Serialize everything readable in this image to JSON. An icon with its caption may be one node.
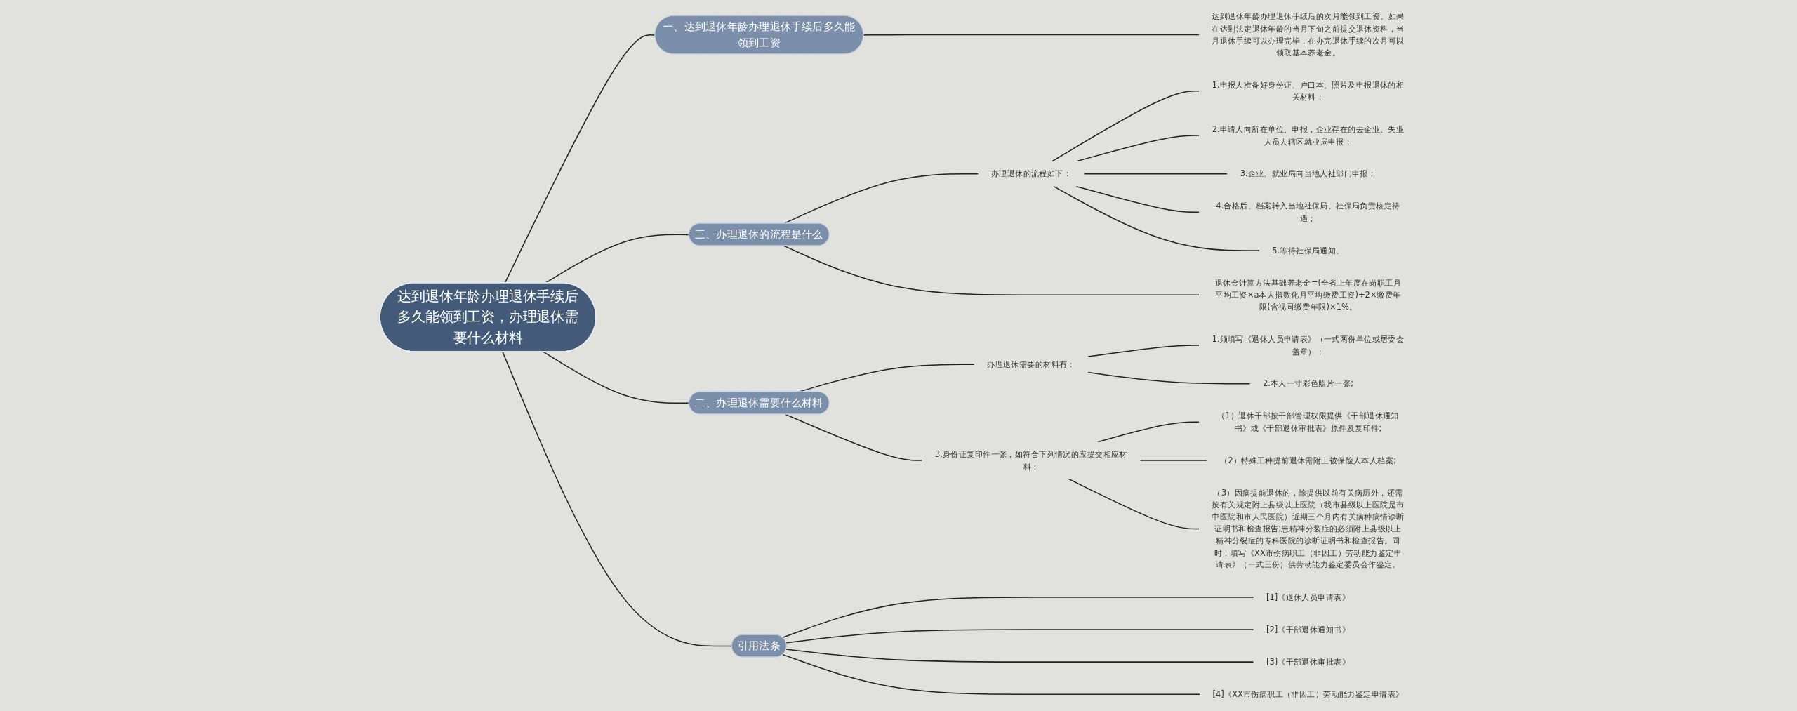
{
  "diagram": {
    "nodes": [
      {
        "text": [
          "达到退休年龄办理退休手续后多久能领到工资，办理退休需要什么材料"
        ]
      },
      {
        "text": [
          "一、达到退休年龄办理退休手续后多久能领到工资"
        ]
      },
      {
        "text": [
          "达到退休年龄办理退休手续后的次月能领到工资。如果在达到法定退休年龄的当月下旬之前提交退休资料，当月退休手续可以办理完毕，在办完退休手续的次月可以领取基本养老金。"
        ]
      },
      {
        "text": [
          "三、办理退休的流程是什么"
        ]
      },
      {
        "text": [
          "办理退休的流程如下："
        ]
      },
      {
        "text": [
          "1.申报人准备好身份证、户口本、照片及申报退休的相关材料；"
        ]
      },
      {
        "text": [
          "2.申请人向所在单位、申报，企业存在的去企业、失业人员去辖区就业局申报；"
        ]
      },
      {
        "text": [
          "3.企业、就业局向当地人社部门申报；"
        ]
      },
      {
        "text": [
          "4.合格后、档案转入当地社保局、社保局负责核定待遇；"
        ]
      },
      {
        "text": [
          "5.等待社保局通知。"
        ]
      },
      {
        "text": [
          "退休金计算方法基础养老金=(全省上年度在岗职工月平均工资×a本人指数化月平均缴费工资)÷2×缴费年限(含视同缴费年限)×1%。"
        ]
      },
      {
        "text": [
          "二、办理退休需要什么材料"
        ]
      },
      {
        "text": [
          "办理退休需要的材料有："
        ]
      },
      {
        "text": [
          "1.须填写《退休人员申请表》（一式两份单位或居委会盖章）；"
        ]
      },
      {
        "text": [
          "2.本人一寸彩色照片一张;"
        ]
      },
      {
        "text": [
          "3.身份证复印件一张，如符合下列情况的应提交相应材料："
        ]
      },
      {
        "text": [
          "（1）退休干部按干部管理权限提供《干部退休通知书》或《干部退休审批表》原件及复印件;"
        ]
      },
      {
        "text": [
          "（2）特殊工种提前退休需附上被保险人本人档案;"
        ]
      },
      {
        "text": [
          "（3）因病提前退休的，除提供以前有关病历外，还需按有关规定附上县级以上医院（我市县级以上医院是市中医院和市人民医院）近期三个月内有关病种病情诊断证明书和检查报告;患精神分裂症的必须附上县级以上精神分裂症的专科医院的诊断证明书和检查报告。同时，填写《XX市伤病职工（非因工）劳动能力鉴定申请表》（一式三份）供劳动能力鉴定委员会作鉴定。"
        ]
      },
      {
        "text": [
          "引用法条"
        ]
      },
      {
        "text": [
          "[1]《退休人员申请表》"
        ]
      },
      {
        "text": [
          "[2]《干部退休通知书》"
        ]
      },
      {
        "text": [
          "[3]《干部退休审批表》"
        ]
      },
      {
        "text": [
          "[4]《XX市伤病职工（非因工）劳动能力鉴定申请表》"
        ]
      }
    ],
    "edges": [
      {
        "from": 0,
        "to": 1,
        "arrow": "none"
      },
      {
        "from": 1,
        "to": 2,
        "arrow": "none"
      },
      {
        "from": 0,
        "to": 3,
        "arrow": "none"
      },
      {
        "from": 3,
        "to": 4,
        "arrow": "none"
      },
      {
        "from": 4,
        "to": 5,
        "arrow": "none"
      },
      {
        "from": 4,
        "to": 6,
        "arrow": "none"
      },
      {
        "from": 4,
        "to": 7,
        "arrow": "none"
      },
      {
        "from": 4,
        "to": 8,
        "arrow": "none"
      },
      {
        "from": 4,
        "to": 9,
        "arrow": "none"
      },
      {
        "from": 3,
        "to": 10,
        "arrow": "none"
      },
      {
        "from": 0,
        "to": 11,
        "arrow": "none"
      },
      {
        "from": 11,
        "to": 12,
        "arrow": "none"
      },
      {
        "from": 12,
        "to": 13,
        "arrow": "none"
      },
      {
        "from": 12,
        "to": 14,
        "arrow": "none"
      },
      {
        "from": 11,
        "to": 15,
        "arrow": "none"
      },
      {
        "from": 15,
        "to": 16,
        "arrow": "none"
      },
      {
        "from": 15,
        "to": 17,
        "arrow": "none"
      },
      {
        "from": 15,
        "to": 18,
        "arrow": "none"
      },
      {
        "from": 0,
        "to": 19,
        "arrow": "none"
      },
      {
        "from": 19,
        "to": 20,
        "arrow": "none"
      },
      {
        "from": 19,
        "to": 21,
        "arrow": "none"
      },
      {
        "from": 19,
        "to": 22,
        "arrow": "none"
      },
      {
        "from": 19,
        "to": 23,
        "arrow": "none"
      }
    ]
  }
}
